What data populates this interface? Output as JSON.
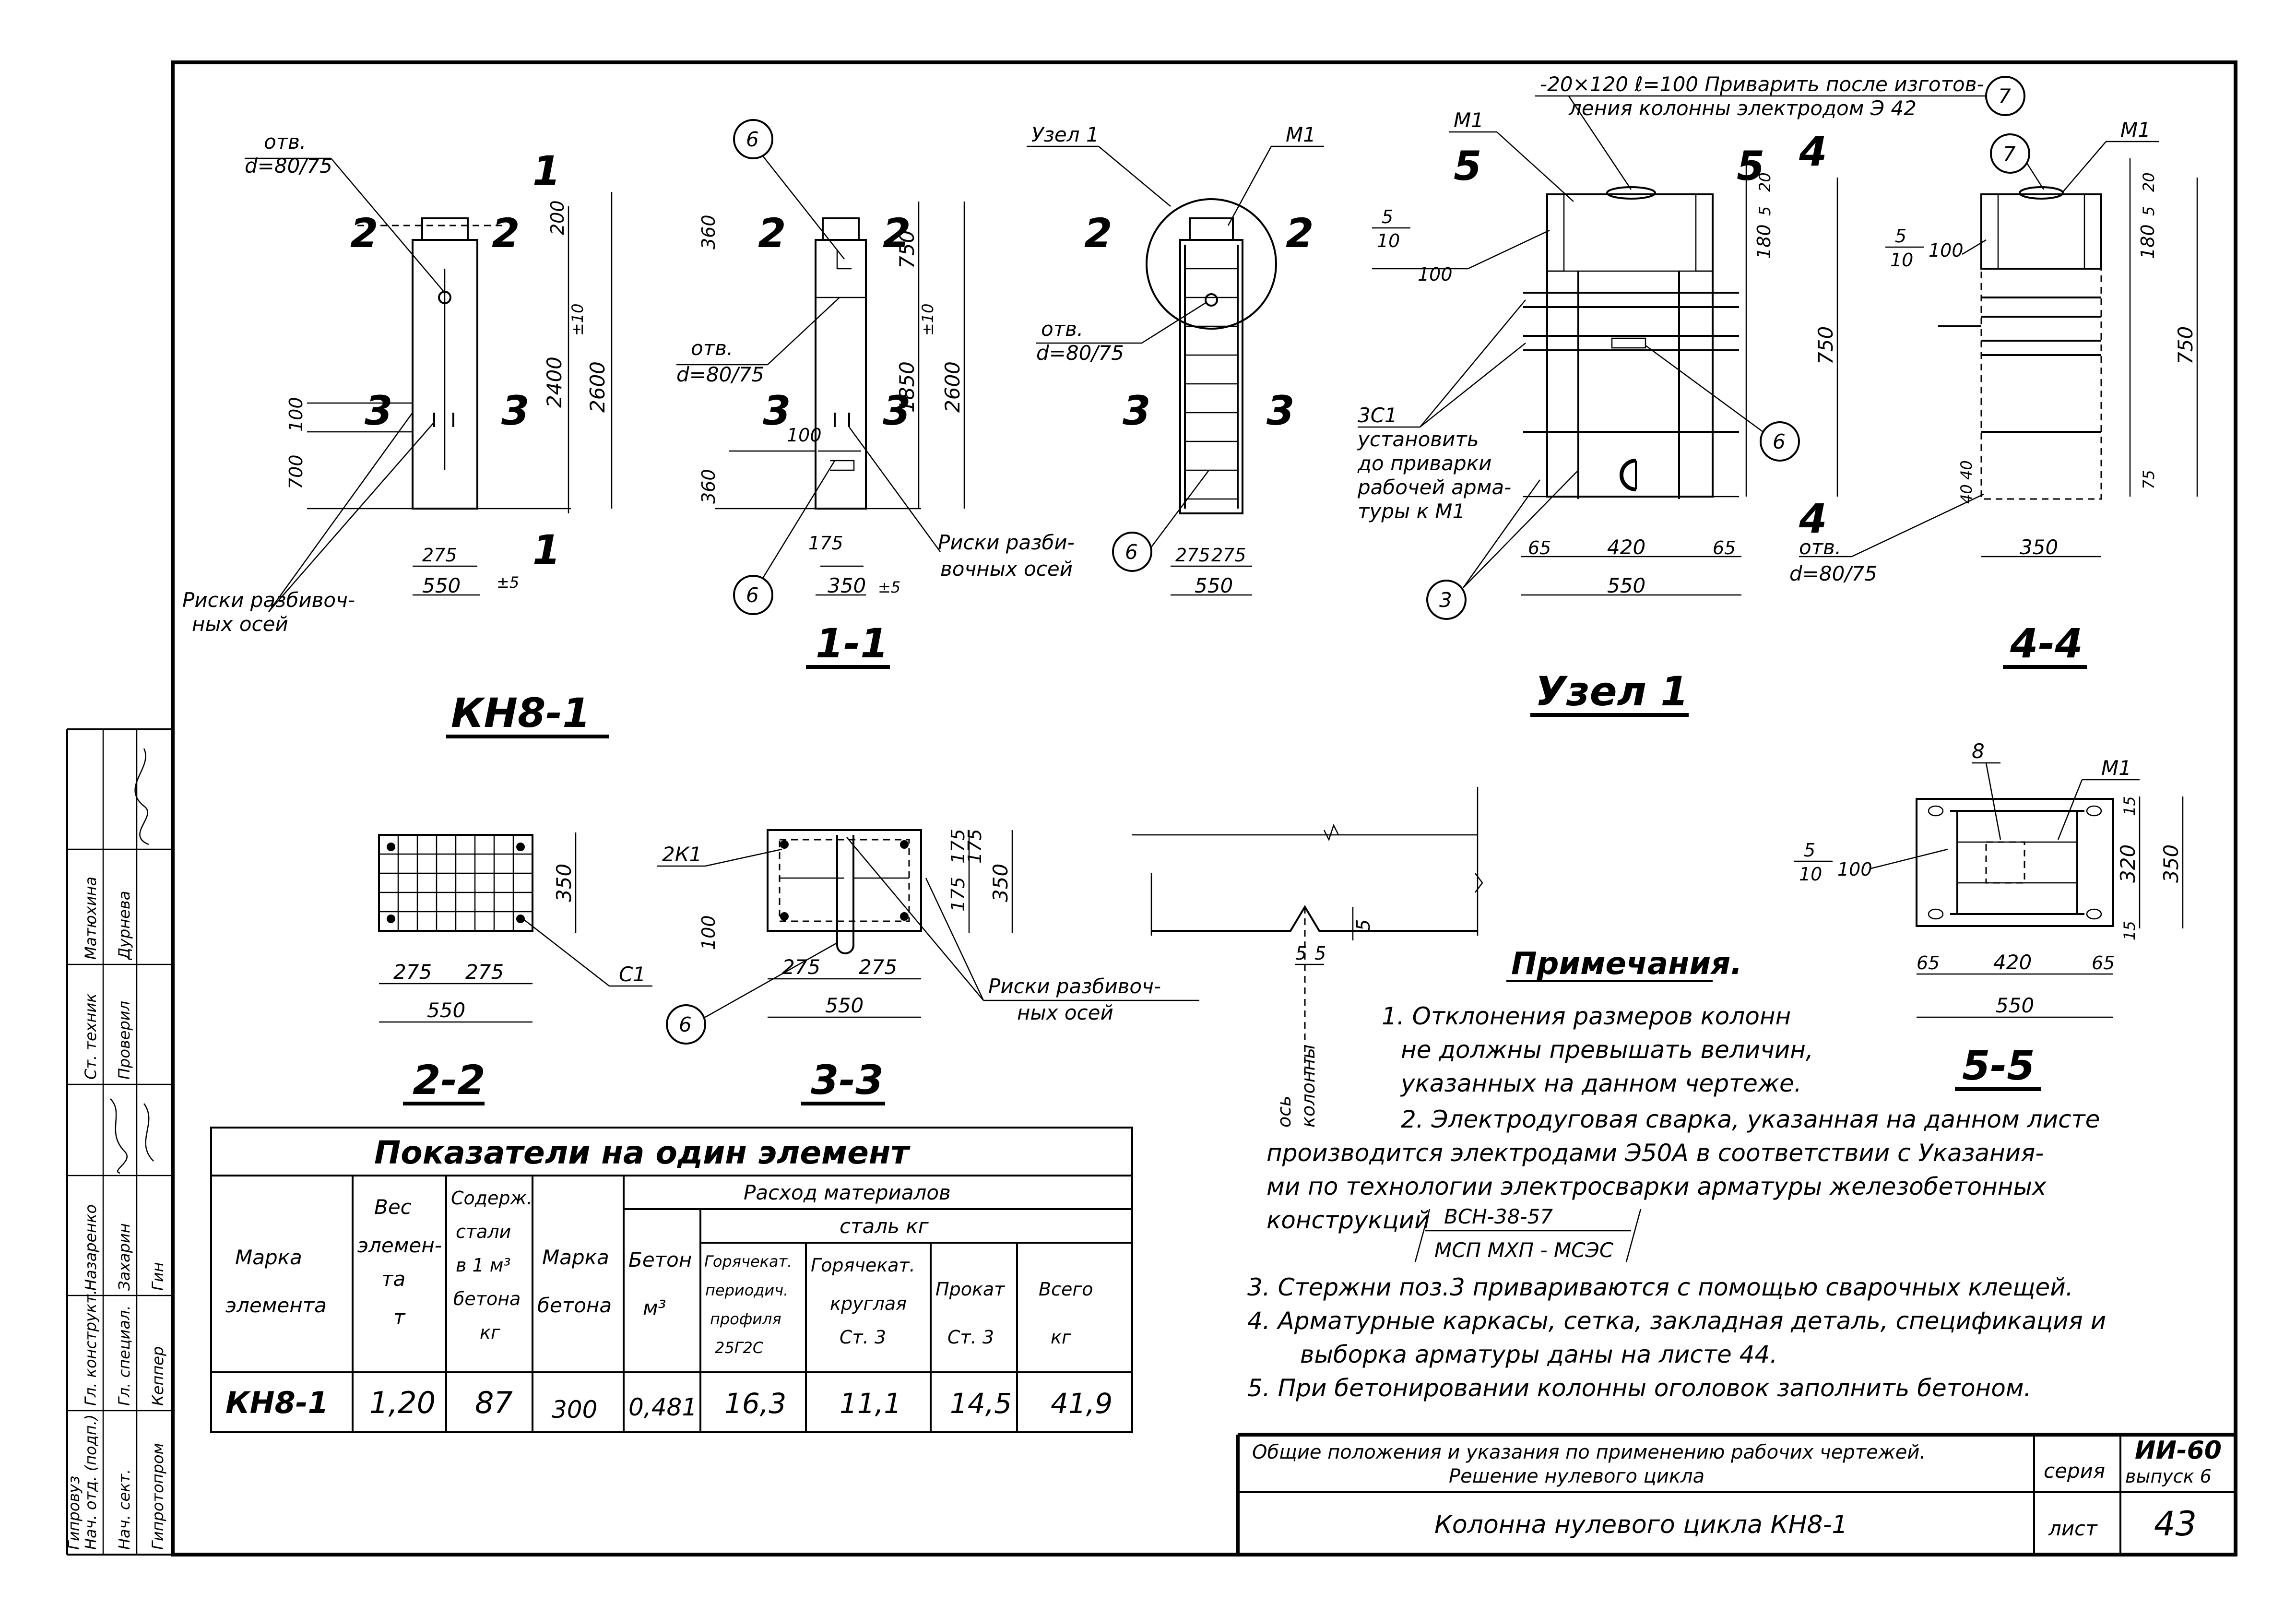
{
  "drawing": {
    "main_title": "КН8-1",
    "views": {
      "elevation": {
        "hole_label": "отв.",
        "hole_dim": "d=80/75",
        "section_marks": [
          "1",
          "2",
          "3"
        ],
        "dims": [
          "200",
          "2400",
          "2600",
          "100",
          "700",
          "275",
          "550",
          "±10",
          "±5"
        ],
        "axes_label_1": "Риски разбивоч-",
        "axes_label_2": "ных осей"
      },
      "section_1_1": {
        "title": "1-1",
        "hole_label": "отв.",
        "hole_dim": "d=80/75",
        "dims": [
          "360",
          "750",
          "1850",
          "2600",
          "360",
          "100",
          "175",
          "350",
          "±10",
          "±5"
        ],
        "callout_6": "6",
        "axes_label_1": "Риски разби-",
        "axes_label_2": "вочных осей"
      },
      "node_view": {
        "node_label": "Узел 1",
        "m1_label": "М1",
        "hole_label": "отв.",
        "hole_dim": "d=80/75",
        "dims": [
          "275",
          "275",
          "550"
        ],
        "callout_6": "6"
      },
      "node_1": {
        "title": "Узел 1",
        "weld_note_1": "-20×120 ℓ=100 Приварить после изготов-",
        "weld_note_2": "ления колонны электродом Э 42",
        "m1_label": "М1",
        "callout_7": "7",
        "weld_symbol_num": "5",
        "weld_symbol_den": "10",
        "weld_symbol_len": "100",
        "c1_label": "3С1",
        "install_1": "установить",
        "install_2": "до приварки",
        "install_3": "рабочей арма-",
        "install_4": "туры к М1",
        "callout_3": "3",
        "callout_6": "6",
        "hole_label": "отв.",
        "hole_dim": "d=80/75",
        "section_marks": [
          "4",
          "5"
        ],
        "dims": [
          "20",
          "5",
          "180",
          "750",
          "65",
          "420",
          "65",
          "550"
        ]
      },
      "section_4_4": {
        "title": "4-4",
        "m1_label": "М1",
        "callout_7": "7",
        "weld_symbol_num": "5",
        "weld_symbol_den": "10",
        "weld_symbol_len": "100",
        "dims": [
          "20",
          "5",
          "180",
          "750",
          "40",
          "40",
          "75",
          "350"
        ]
      },
      "section_2_2": {
        "title": "2-2",
        "c1_label": "С1",
        "dims": [
          "350",
          "275",
          "275",
          "550"
        ]
      },
      "section_3_3": {
        "title": "3-3",
        "k1_label": "2К1",
        "callout_6": "6",
        "axes_label_1": "Риски разбивоч-",
        "axes_label_2": "ных осей",
        "dims": [
          "175",
          "175",
          "175",
          "350",
          "100",
          "275",
          "275",
          "550"
        ]
      },
      "axis_detail": {
        "axis_label_1": "ось",
        "axis_label_2": "колонны",
        "dims": [
          "5",
          "5",
          "5"
        ]
      },
      "section_5_5": {
        "title": "5-5",
        "m1_label": "М1",
        "callout_8": "8",
        "weld_symbol_num": "5",
        "weld_symbol_den": "10",
        "weld_symbol_len": "100",
        "dims": [
          "15",
          "320",
          "15",
          "350",
          "65",
          "420",
          "65",
          "550"
        ]
      }
    }
  },
  "notes": {
    "heading": "Примечания.",
    "items": [
      "1.  Отклонения размеров колонн",
      "не должны превышать величин,",
      "указанных на данном чертеже.",
      "2.  Электродуговая сварка, указанная на данном листе",
      "производится электродами Э50А в соответствии с Указания-",
      "ми по технологии электросварки арматуры железобетонных",
      "конструкций",
      "3.  Стержни поз.3 привариваются с помощью сварочных клещей.",
      "4.  Арматурные каркасы, сетка, закладная деталь, спецификация и",
      "выборка арматуры даны на листе 44.",
      "5.  При бетонировании колонны оголовок заполнить бетоном."
    ],
    "ref_top": "ВСН-38-57",
    "ref_bottom": "МСП МХП - МСЭС"
  },
  "table": {
    "title": "Показатели на один элемент",
    "headers": {
      "mark": [
        "Марка",
        "элемента"
      ],
      "weight": [
        "Вес",
        "элемен-",
        "та",
        "т"
      ],
      "steel_content": [
        "Содерж.",
        "стали",
        "в 1 м³",
        "бетона",
        "кг"
      ],
      "concrete_mark": [
        "Марка",
        "бетона"
      ],
      "materials": "Расход материалов",
      "concrete": [
        "Бетон",
        "м³"
      ],
      "steel": "сталь  кг",
      "hot_periodic": [
        "Горячекат.",
        "периодич.",
        "профиля",
        "25Г2С"
      ],
      "hot_round": [
        "Горячекат.",
        "круглая",
        "Ст. 3"
      ],
      "rolled": [
        "Прокат",
        "Ст. 3"
      ],
      "total": [
        "Всего",
        "кг"
      ]
    },
    "row": {
      "mark": "КН8-1",
      "weight": "1,20",
      "steel_content": "87",
      "concrete_mark": "300",
      "concrete": "0,481",
      "hot_periodic": "16,3",
      "hot_round": "11,1",
      "rolled": "14,5",
      "total": "41,9"
    }
  },
  "title_block": {
    "description_1": "Общие положения и указания по применению рабочих чертежей.",
    "description_2": "Решение нулевого цикла",
    "sheet_title": "Колонна нулевого цикла КН8-1",
    "series_label": "серия",
    "series_value": "ИИ-60",
    "issue": "выпуск 6",
    "sheet_label": "лист",
    "sheet_number": "43"
  },
  "side_stamp": {
    "org": "Гипротопром",
    "org2": "Гипровуз",
    "roles": [
      "Нач. отд. (подп.)",
      "Гл. конструкт.",
      "Нач. сект.",
      "Гл. специал.",
      "Ст. техник",
      "Проверил"
    ],
    "names": [
      "Назаренко",
      "Захарин",
      "Гин",
      "Кеппер",
      "Матюхина",
      "Дурнева"
    ]
  }
}
